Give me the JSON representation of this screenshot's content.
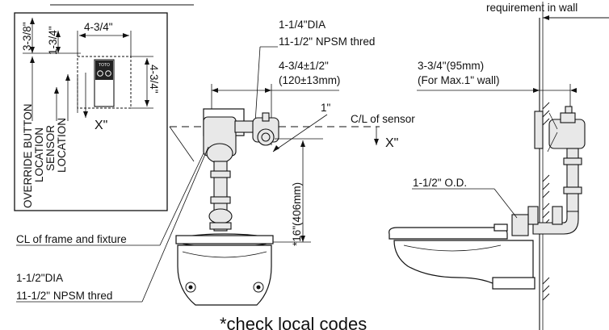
{
  "header": {
    "wall_requirement": "requirement in wall",
    "bottom_note": "*check local codes"
  },
  "inset": {
    "dim_3_3_8": "3-3/8\"",
    "dim_1_3_4": "1-3/4\"",
    "dim_4_3_4_top": "4-3/4\"",
    "dim_4_3_4_side": "4-3/4\"",
    "x_label": "X\"",
    "override_label": "OVERRIDE BUTTON",
    "location_label_1": "LOCATION",
    "sensor_label": "SENSOR",
    "location_label_2": "LOCATION",
    "logo_text": "TOTO"
  },
  "front_view": {
    "inlet_dia": "1-1/4\"DIA",
    "inlet_thread": "11-1/2\" NPSM thred",
    "offset_dim": "4-3/4±1/2\"",
    "offset_dim_mm": "(120±13mm)",
    "one_inch": "1\"",
    "cl_sensor": "C/L of sensor",
    "x_label": "X\"",
    "height_dim": "*16\"(406mm)",
    "cl_frame": "CL of frame and fixture",
    "outlet_dia": "1-1/2\"DIA",
    "outlet_thread": "11-1/2\" NPSM thred"
  },
  "side_view": {
    "wall_dim": "3-3/4\"(95mm)",
    "wall_note": "(For Max.1\" wall)",
    "od_label": "1-1/2\" O.D."
  }
}
